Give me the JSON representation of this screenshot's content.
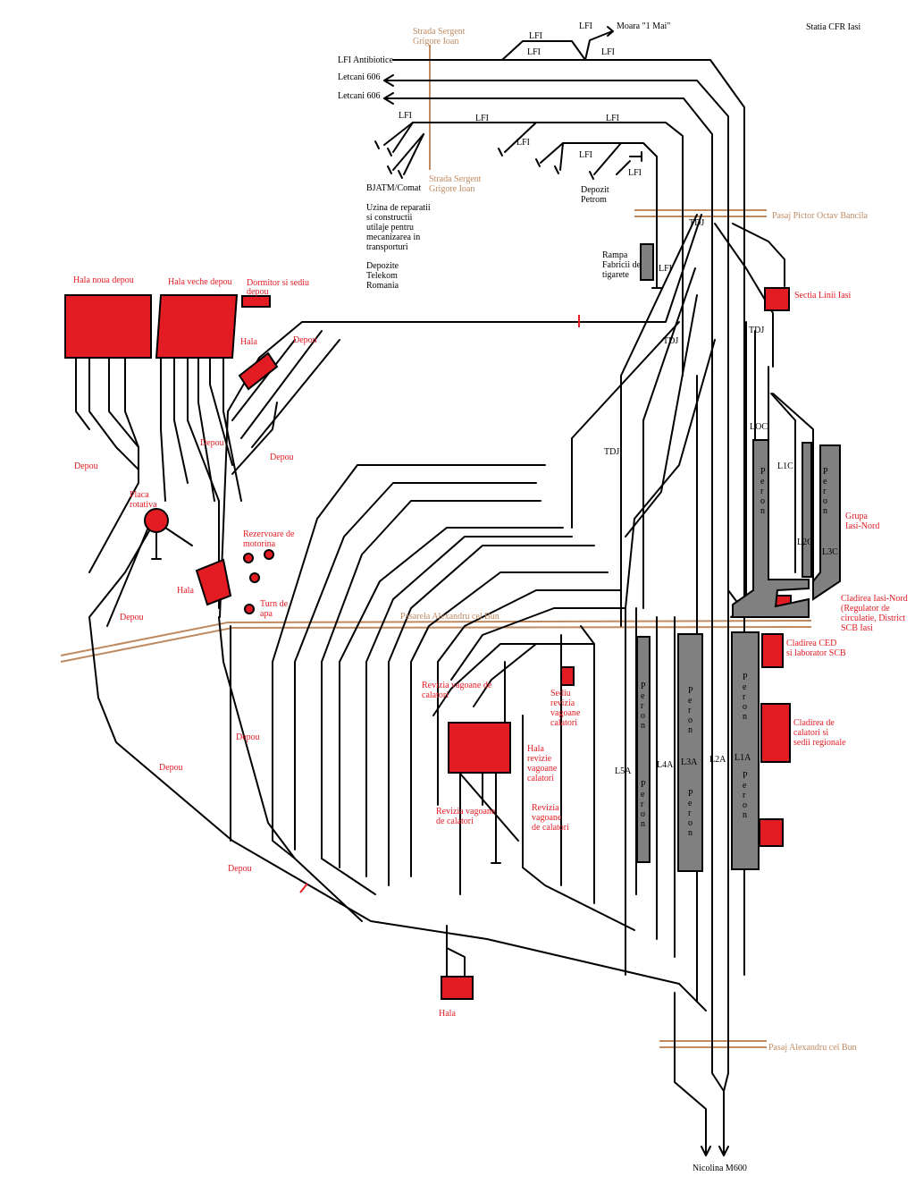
{
  "colors": {
    "track": "#000000",
    "building": "#e31b23",
    "platform": "#808080",
    "bridge": "#c08a60",
    "building_label": "#e31b23",
    "road_label": "#c08a60"
  },
  "title": "Statia CFR Iasi",
  "roads": {
    "sergent_top": [
      "Strada Sergent",
      "Grigore Ioan"
    ],
    "sergent_bottom": [
      "Strada Sergent",
      "Grigore Ioan"
    ],
    "pasaj_pictor": "Pasaj Pictor Octav Bancila",
    "pasarela": "Pasarela Alexandru cel Bun",
    "pasaj_alexandru": "Pasaj Alexandru cel Bun"
  },
  "destinations": {
    "moara": "Moara \"1 Mai\"",
    "lfi_antibiotice": "LFI Antibiotice",
    "letcani_1": "Letcani 606",
    "letcani_2": "Letcani 606",
    "nicolina": "Nicolina M600"
  },
  "track_labels": {
    "lfi_a": "LFI",
    "lfi_b": "LFI",
    "lfi_c": "LFI",
    "lfi_d": "LFI",
    "lfi_e": "LFI",
    "lfi_f": "LFI",
    "lfi_g": "LFI",
    "lfi_h": "LFI",
    "lfi_i": "LFI",
    "lfi_j": "LFI",
    "lfi_k": "LFI",
    "tdj_a": "TDJ",
    "tdj_b": "TDJ",
    "tdj_c": "TDJ",
    "tdj_d": "TDJ",
    "loc": "LOC",
    "l1c": "L1C",
    "l2c": "L2C",
    "l3c": "L3C",
    "l5a": "L5A",
    "l4a": "L4A",
    "l3a": "L3A",
    "l2a": "L2A",
    "l1a": "L1A"
  },
  "black_notes": {
    "bjatm": "BJATM/Comat",
    "uzina": [
      "Uzina de reparatii",
      "si constructii",
      "utilaje pentru",
      "mecanizarea in",
      "transporturi"
    ],
    "depozite": [
      "Depozite",
      "Telekom",
      "Romania"
    ],
    "petrom": [
      "Depozit",
      "Petrom"
    ],
    "rampa": [
      "Rampa",
      "Fabricii de",
      "tigarete"
    ]
  },
  "buildings": {
    "hala_noua": "Hala noua depou",
    "hala_veche": "Hala veche depou",
    "dormitor": [
      "Dormitor si sediu",
      "depou"
    ],
    "hala_1": "Hala",
    "depou_1": "Depou",
    "depou_2": "Depou",
    "depou_3": "Depou",
    "depou_4": "Depou",
    "placa": [
      "Placa",
      "rotativa"
    ],
    "rezervoare": [
      "Rezervoare de",
      "motorina"
    ],
    "hala_2": "Hala",
    "turn": [
      "Turn de",
      "apa"
    ],
    "depou_5": "Depou",
    "depou_6": "Depou",
    "depou_7": "Depou",
    "depou_8": "Depou",
    "revizia_1": [
      "Revizia vagoane de",
      "calatori"
    ],
    "sediu_revizie": [
      "Sediu",
      "revizia",
      "vagoane",
      "calatori"
    ],
    "hala_revizie": [
      "Hala",
      "revizie",
      "vagoane",
      "calatori"
    ],
    "revizia_2": [
      "Revizia vagoane",
      "de calatori"
    ],
    "revizia_3": [
      "Revizia",
      "vagoane",
      "de calatori"
    ],
    "hala_3": "Hala",
    "sectia": "Sectia Linii Iasi",
    "grupa": [
      "Grupa",
      "Iasi-Nord"
    ],
    "cladirea_nord": [
      "Cladirea Iasi-Nord",
      "(Regulator de",
      "circulatie, District",
      "SCB Iasi"
    ],
    "cladirea_ced": [
      "Cladirea CED",
      "si laborator SCB"
    ],
    "cladirea_calatori": [
      "Cladirea de",
      "calatori si",
      "sedii regionale"
    ]
  },
  "platform_text": "Peron"
}
